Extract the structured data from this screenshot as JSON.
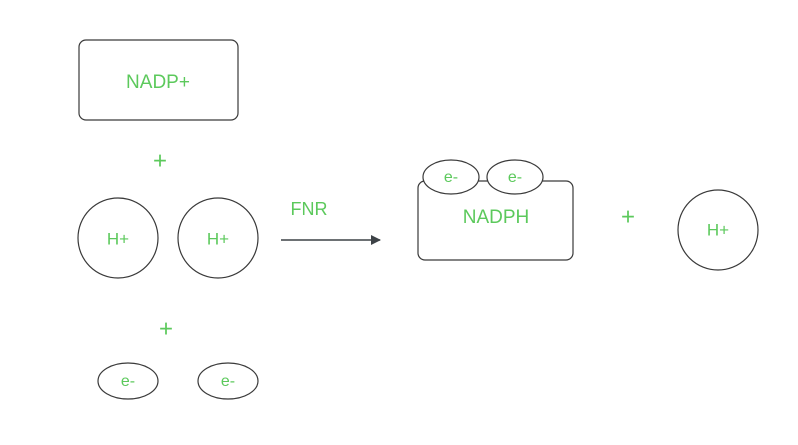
{
  "diagram": {
    "reactants": {
      "nadp_label": "NADP+",
      "plus_1": "+",
      "proton_1": "H+",
      "proton_2": "H+",
      "plus_2": "+",
      "electron_1": "e-",
      "electron_2": "e-"
    },
    "enzyme_label": "FNR",
    "products": {
      "nadph_label": "NADPH",
      "nadph_electron_1": "e-",
      "nadph_electron_2": "e-",
      "plus_3": "+",
      "proton_3": "H+"
    }
  },
  "colors": {
    "text_green": "#5cc95c",
    "stroke": "#3a3a3a",
    "arrow": "#3d4247"
  }
}
